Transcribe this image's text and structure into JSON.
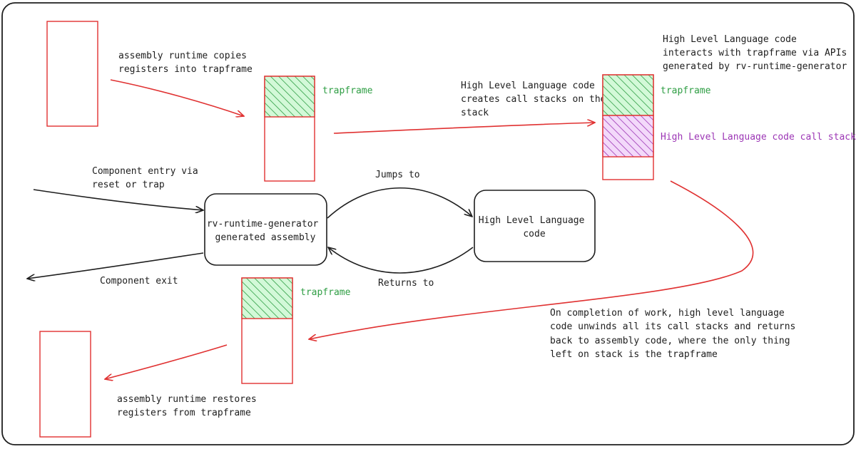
{
  "labels": {
    "copy_note": [
      "assembly runtime copies",
      "registers into trapframe"
    ],
    "trapframe_1": "trapframe",
    "creates_stacks": [
      "High Level Language code",
      "creates call stacks on the",
      "stack"
    ],
    "apis_note": [
      "High Level Language code",
      "interacts with trapframe via APIs",
      "generated by rv-runtime-generator"
    ],
    "trapframe_2": "trapframe",
    "call_stack": "High Level Language code call stack",
    "entry": [
      "Component entry via",
      "reset or trap"
    ],
    "jumps_to": "Jumps to",
    "generator_box": [
      "rv-runtime-generator",
      "generated assembly"
    ],
    "hll_box": [
      "High Level Language",
      "code"
    ],
    "component_exit": "Component exit",
    "returns_to": "Returns to",
    "trapframe_3": "trapframe",
    "completion_note": [
      "On completion of work, high level language",
      "code unwinds all its call stacks and returns",
      "back to assembly code, where the only thing",
      "left on stack is the trapframe"
    ],
    "restore_note": [
      "assembly runtime restores",
      "registers from trapframe"
    ]
  },
  "colors": {
    "red": "#e03131",
    "green": "#2f9e44",
    "purple": "#9c36b5",
    "dark": "#1e1e1e"
  }
}
